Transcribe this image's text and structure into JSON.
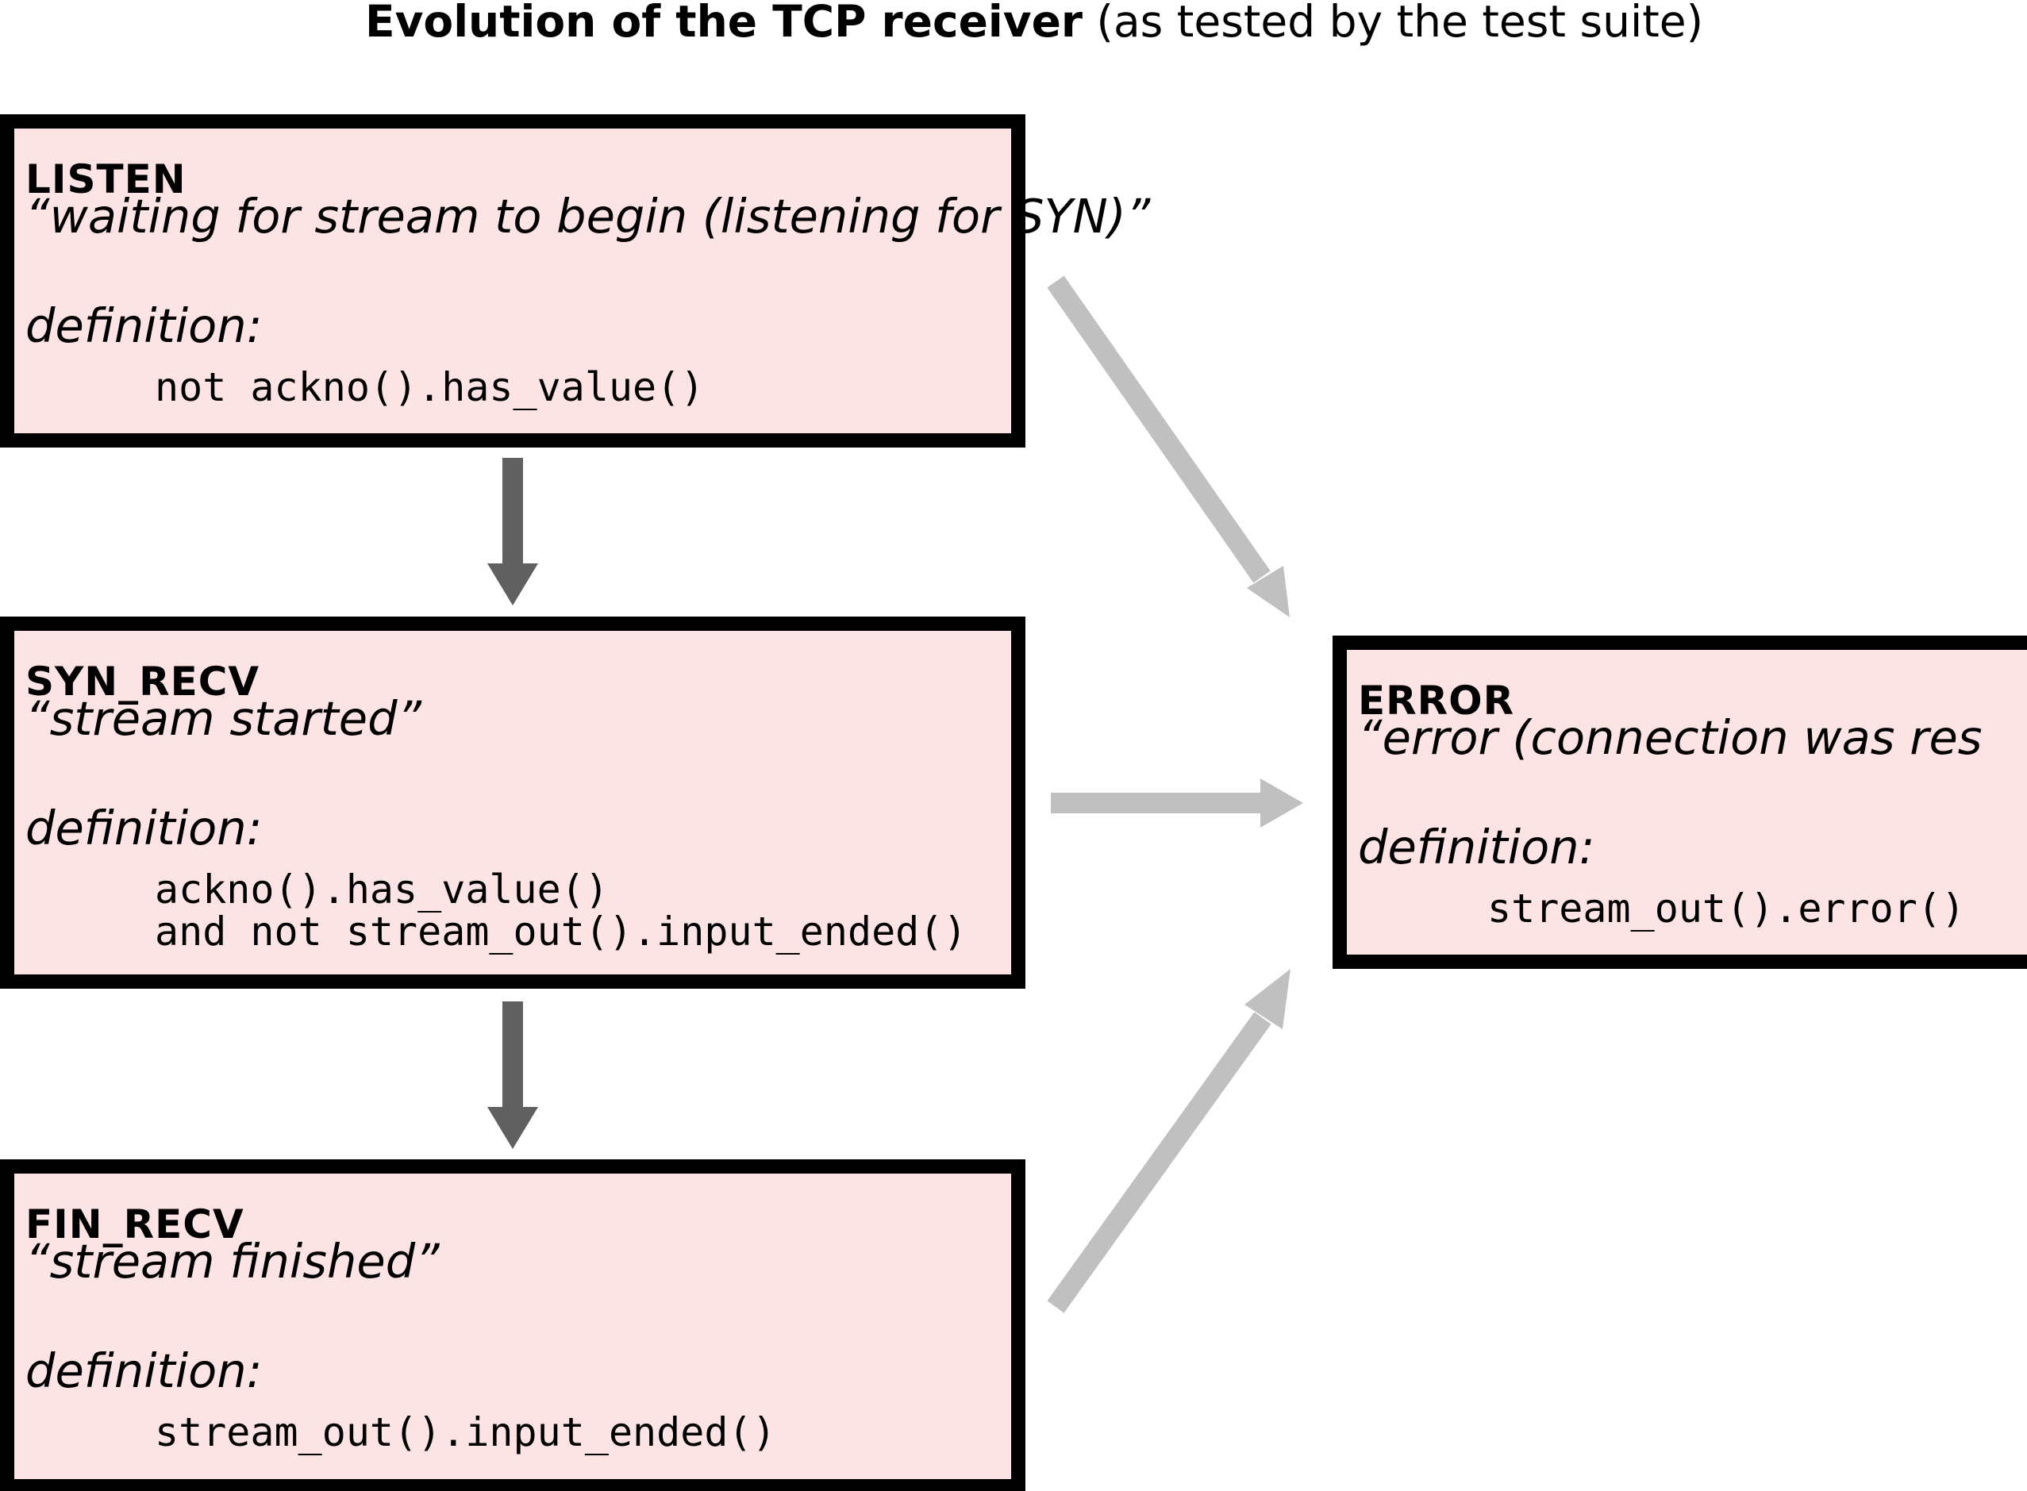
{
  "title": {
    "bold": "Evolution of the TCP receiver",
    "rest": " (as tested by the test suite)"
  },
  "states": {
    "listen": {
      "name": "LISTEN",
      "description": "“waiting for stream to begin (listening for SYN)”",
      "definition_label": "definition:",
      "definition_code": "not ackno().has_value()"
    },
    "syn_recv": {
      "name": "SYN_RECV",
      "description": "“stream started”",
      "definition_label": "definition:",
      "definition_code": "ackno().has_value()\nand not stream_out().input_ended()"
    },
    "fin_recv": {
      "name": "FIN_RECV",
      "description": "“stream finished”",
      "definition_label": "definition:",
      "definition_code": "stream_out().input_ended()"
    },
    "error": {
      "name": "ERROR",
      "description": "“error (connection was res",
      "definition_label": "definition:",
      "definition_code": "stream_out().error()"
    }
  },
  "colors": {
    "box_fill": "#fce4e4",
    "box_border": "#000000",
    "main_arrow": "#606060",
    "error_arrow": "#c0c0c0"
  }
}
